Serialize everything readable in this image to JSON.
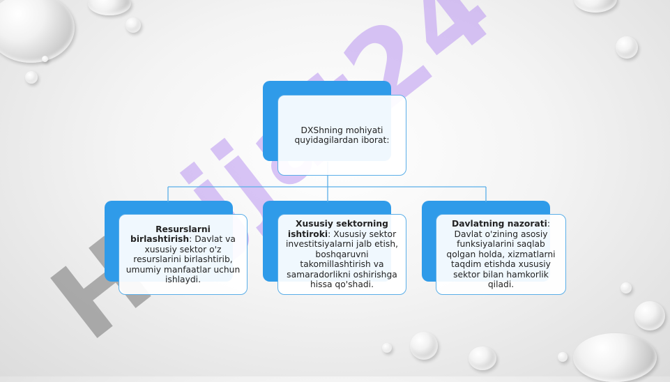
{
  "watermark": {
    "part1": "Hu",
    "part2": "jjat24"
  },
  "root": {
    "text": "DXShning mohiyati quyidagilardan iborat:"
  },
  "children": [
    {
      "title": "Resurslarni birlashtirish",
      "text": ": Davlat va xususiy sektor o'z resurslarini birlashtirib, umumiy manfaatlar uchun ishlaydi."
    },
    {
      "title": "Xususiy sektorning ishtiroki",
      "text": ": Xususiy sektor investitsiyalarni jalb etish, boshqaruvni takomillashtirish va samaradorlikni oshirishga hissa qo'shadi."
    },
    {
      "title": "Davlatning nazorati",
      "text": ": Davlat o'zining asosiy funksiyalarini saqlab qolgan holda, xizmatlarni taqdim etishda xususiy sektor bilan hamkorlik qiladi."
    }
  ],
  "colors": {
    "box_back": "#2f9be9",
    "box_border": "#5aaee8",
    "connector": "#5aaee8"
  }
}
